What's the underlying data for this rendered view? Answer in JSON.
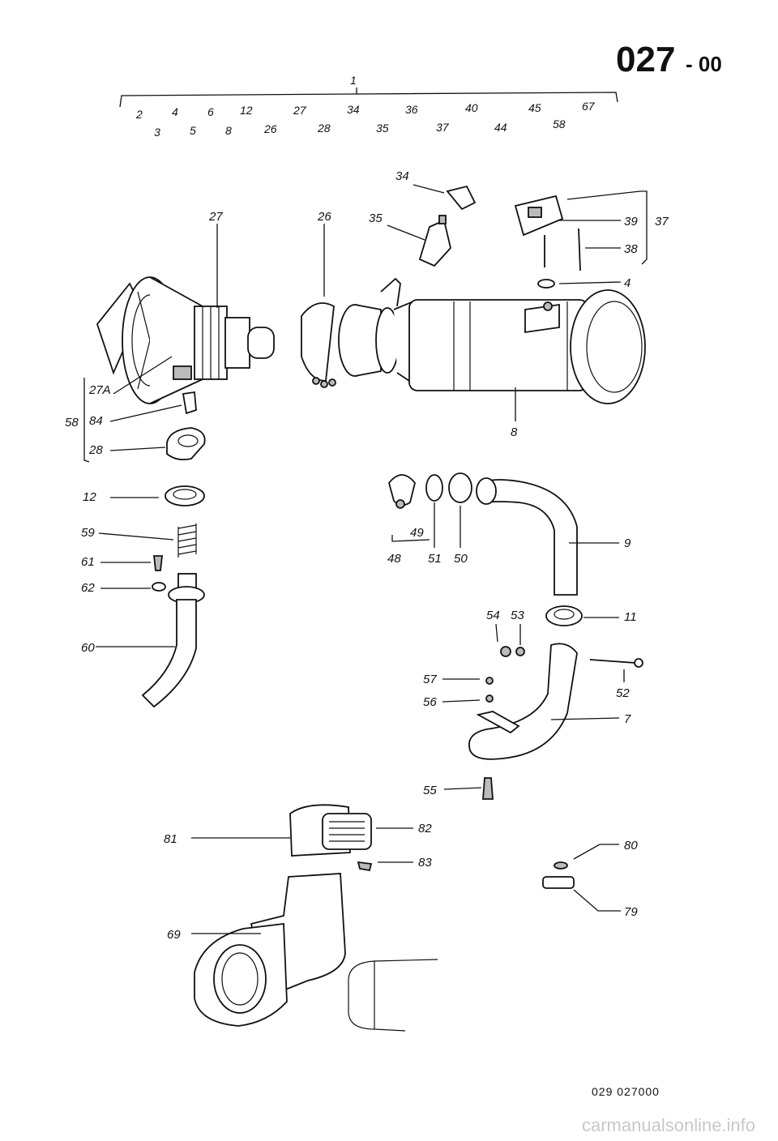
{
  "header": {
    "title": "027",
    "subtitle": "- 00",
    "group_number": "1",
    "row1": [
      "2",
      "4",
      "6",
      "12",
      "27",
      "34",
      "36",
      "40",
      "45",
      "67"
    ],
    "row2": [
      "3",
      "5",
      "8",
      "26",
      "28",
      "35",
      "37",
      "44",
      "58"
    ]
  },
  "labels": {
    "p34": "34",
    "p35": "35",
    "p26": "26",
    "p27": "27",
    "p39": "39",
    "p37": "37",
    "p38": "38",
    "p4": "4",
    "p27a": "27A",
    "p58": "58",
    "p84": "84",
    "p28": "28",
    "p8": "8",
    "p12": "12",
    "p59": "59",
    "p61": "61",
    "p62": "62",
    "p60": "60",
    "p49": "49",
    "p48": "48",
    "p51": "51",
    "p50": "50",
    "p9": "9",
    "p54": "54",
    "p53": "53",
    "p11": "11",
    "p57": "57",
    "p56": "56",
    "p52": "52",
    "p7": "7",
    "p55": "55",
    "p81": "81",
    "p82": "82",
    "p83": "83",
    "p80": "80",
    "p79": "79",
    "p69": "69"
  },
  "footer": {
    "reference": "029 027000"
  },
  "watermark": "carmanualsonline.info"
}
